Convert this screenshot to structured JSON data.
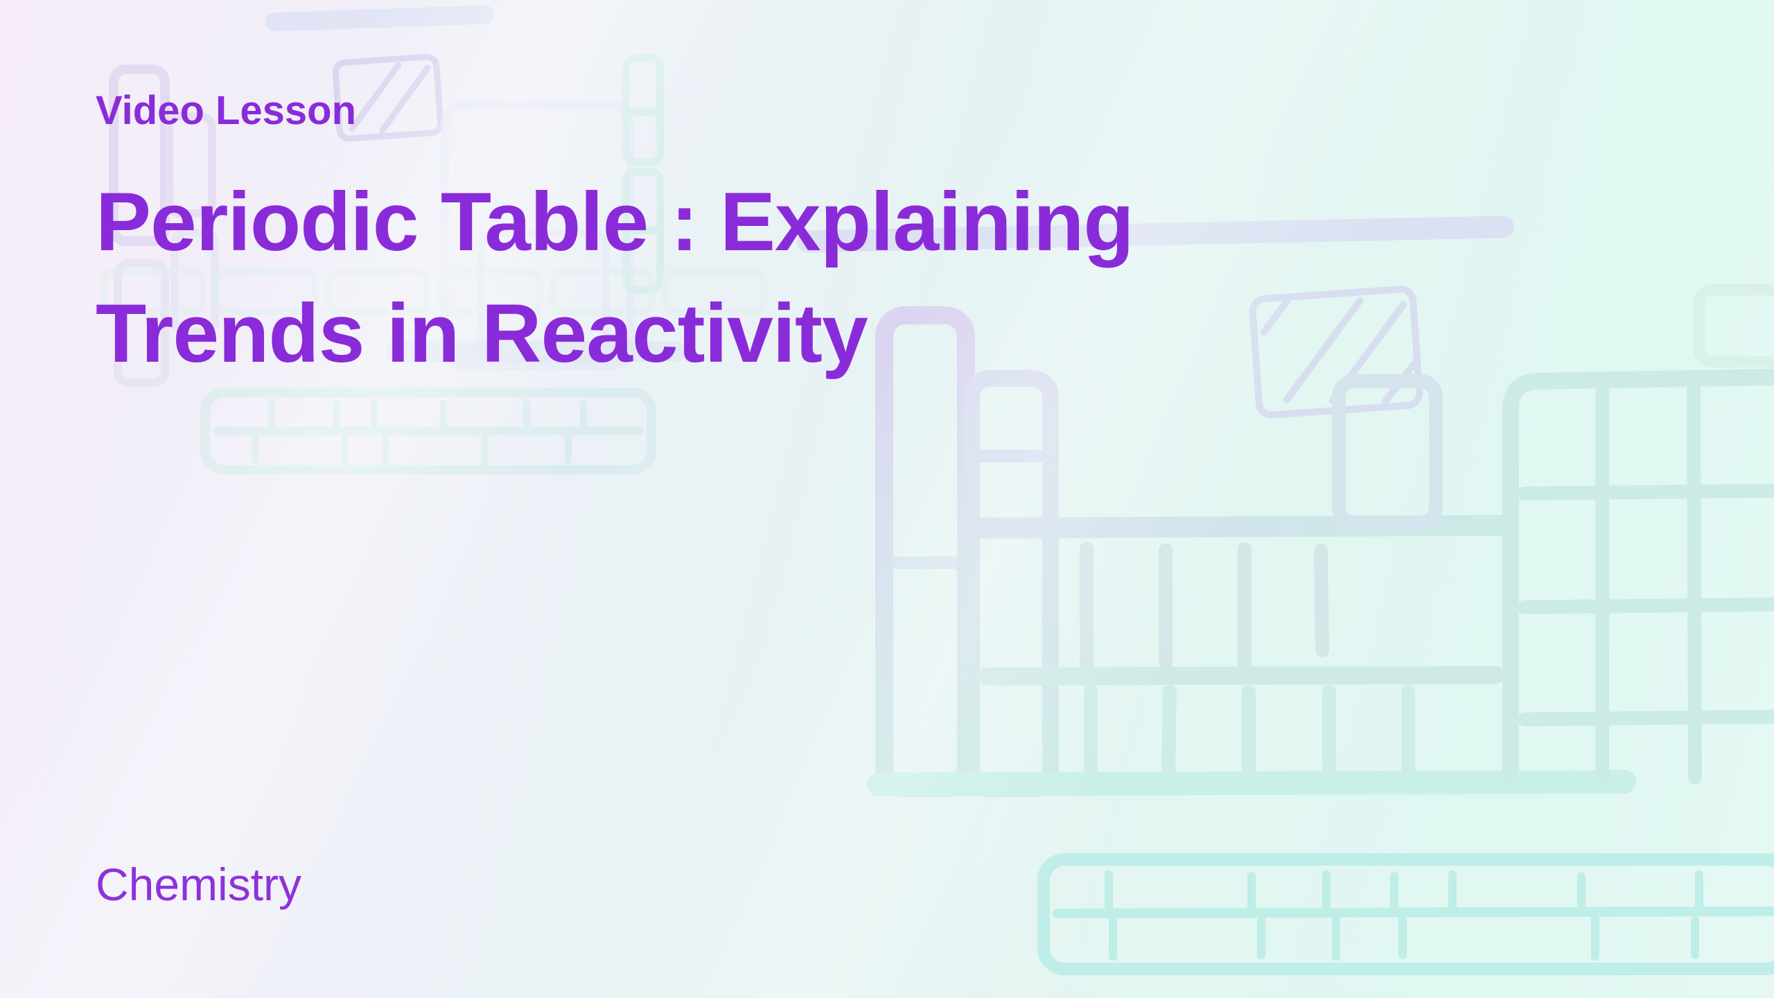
{
  "card": {
    "kicker": "Video Lesson",
    "title": {
      "line1": "Periodic Table : Explaining",
      "line2": "Trends in Reactivity"
    },
    "subject": "Chemistry",
    "colors": {
      "kicker_purple": "#8A2BD9",
      "title_purple": "#8A2BD9",
      "subject_purple": "#8E32D9",
      "background_left": "#F6EDF8",
      "background_right": "#E0F7F2",
      "sketch_purple": "#E3DCF3",
      "sketch_blue_lavender": "#DBE1F2",
      "sketch_teal_light": "#CFECE8",
      "sketch_teal_strong": "#BFEDE7"
    },
    "background_decorations": [
      "partial-periodic-table-outline-top-left",
      "hatched-element-tile-top-left",
      "horizontal-bar-top-left",
      "horizontal-bar-right-of-title",
      "hatched-element-tile-center-right",
      "large-periodic-table-outline-right",
      "f-block-row-grid-left",
      "f-block-row-grid-bottom-right"
    ]
  }
}
